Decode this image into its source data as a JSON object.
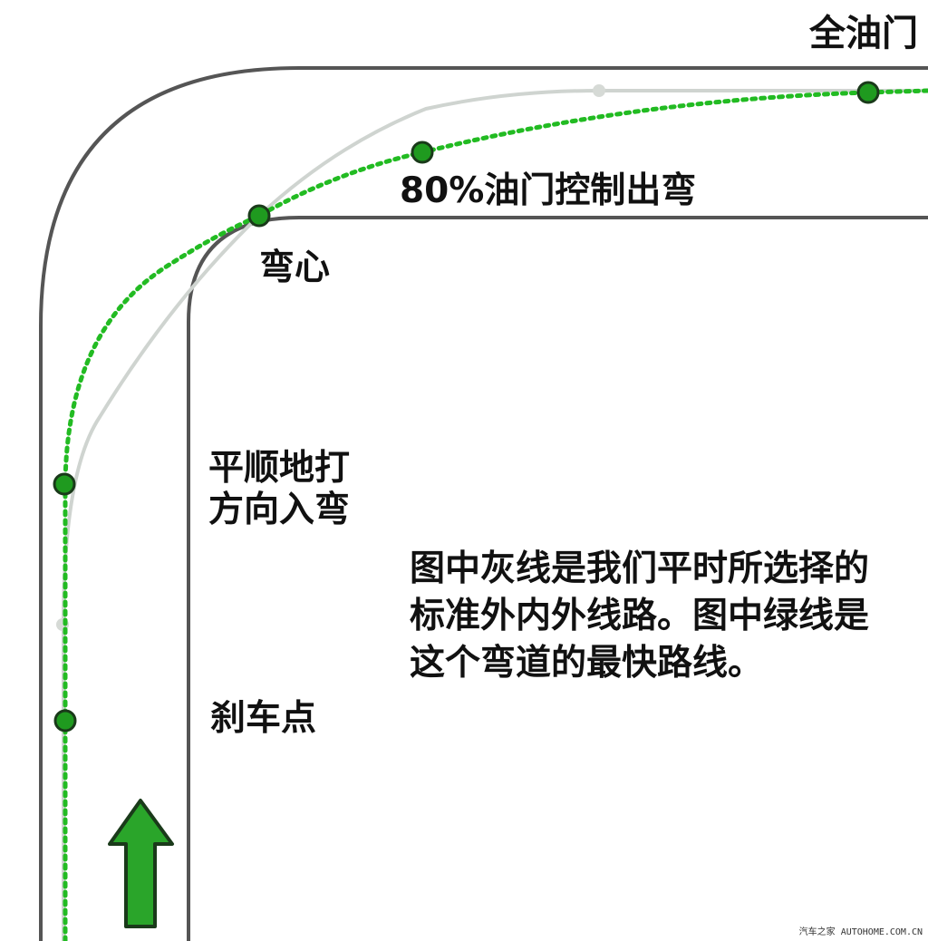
{
  "labels": {
    "full_throttle": "全油门",
    "exit_throttle": "80%油门控制出弯",
    "apex": "弯心",
    "turn_in_line1": "平顺地打",
    "turn_in_line2": "方向入弯",
    "brake_point": "刹车点",
    "description_line1": "图中灰线是我们平时所选择的",
    "description_line2": "标准外内外线路。图中绿线是",
    "description_line3": "这个弯道的最快路线。"
  },
  "watermark": "汽车之家 AUTOHOME.COM.CN",
  "colors": {
    "track_edge": "#555555",
    "gray_line": "#cfd4d0",
    "green_line": "#22bb22",
    "green_dot": "#1f9a1f",
    "arrow_fill": "#2aa52a",
    "arrow_stroke": "#1a3a1a",
    "text": "#111111"
  }
}
